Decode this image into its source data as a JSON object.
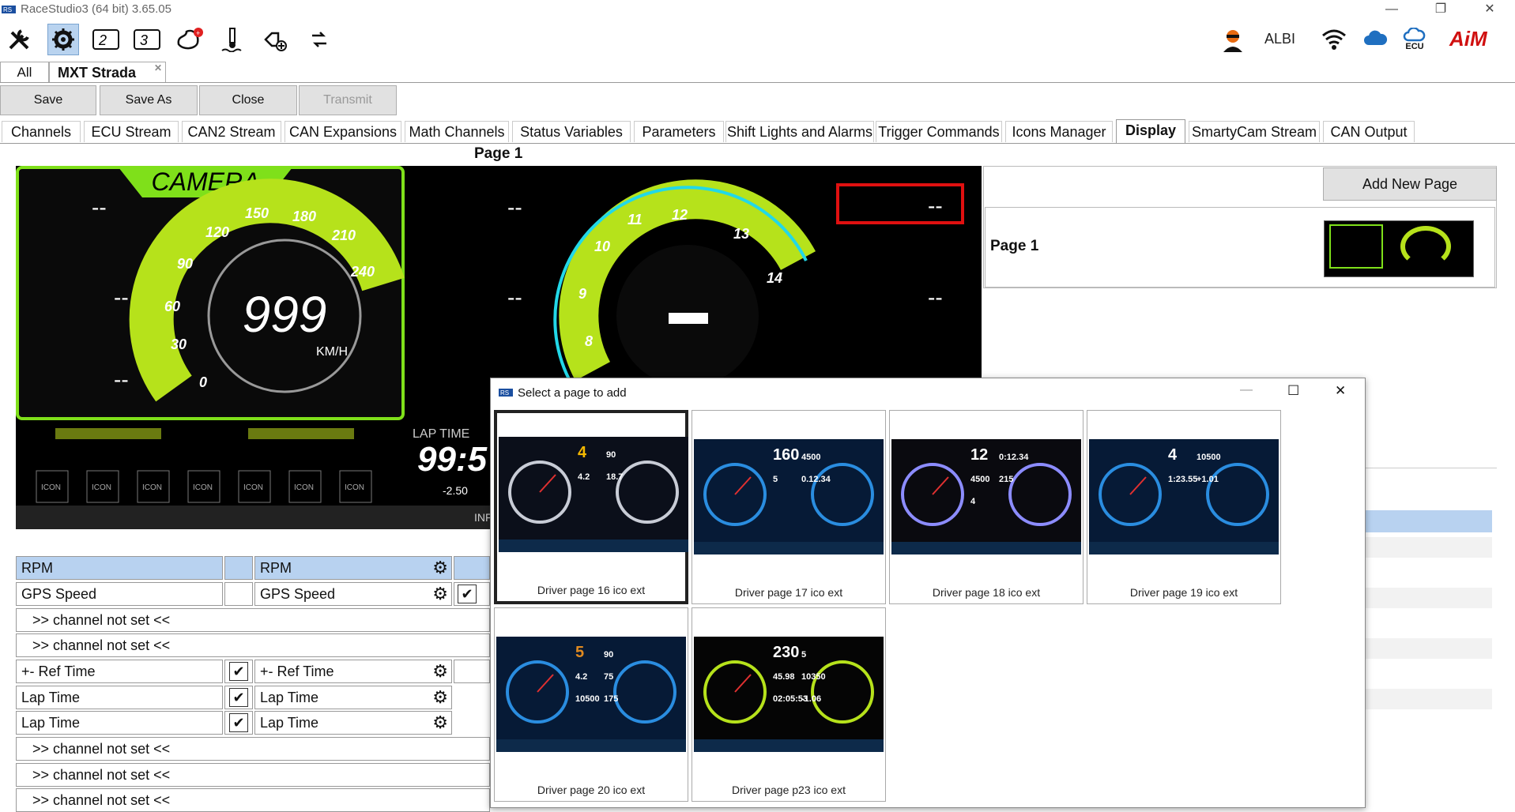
{
  "window": {
    "title": "RaceStudio3 (64 bit) 3.65.05",
    "minimize": "—",
    "restore": "❐",
    "close": "✕"
  },
  "toolbar": {
    "user_name": "ALBI",
    "ecu_label": "ECU",
    "brand": "AiM"
  },
  "doc_tabs": [
    {
      "label": "All"
    },
    {
      "label": "MXT Strada"
    }
  ],
  "actions": {
    "save": "Save",
    "save_as": "Save As",
    "close": "Close",
    "transmit": "Transmit"
  },
  "section_tabs": [
    "Channels",
    "ECU Stream",
    "CAN2 Stream",
    "CAN Expansions",
    "Math Channels",
    "Status Variables",
    "Parameters",
    "Shift Lights and Alarms",
    "Trigger Commands",
    "Icons Manager",
    "Display",
    "SmartyCam Stream",
    "CAN Output"
  ],
  "page_title": "Page 1",
  "dash": {
    "camera_label": "CAMERA",
    "speed_value": "999",
    "speed_unit": "KM/H",
    "speed_ticks": [
      "0",
      "30",
      "60",
      "90",
      "120",
      "150",
      "180",
      "210",
      "240"
    ],
    "rpm_ticks": [
      "8",
      "9",
      "10",
      "11",
      "12",
      "13",
      "14"
    ],
    "dash_placeholder": "--",
    "lap_time_label": "LAP TIME",
    "lap_time_value": "99:5",
    "delta": "-2.50",
    "info": "INF",
    "icon_label": "ICON"
  },
  "right": {
    "add_page": "Add New Page",
    "page_label": "Page 1"
  },
  "rows": [
    {
      "left": "RPM",
      "right": "RPM",
      "checkbox": false
    },
    {
      "left": "GPS Speed",
      "right": "GPS Speed",
      "checkbox": false
    },
    {
      "full": ">>  channel not set  <<"
    },
    {
      "full": ">>  channel not set  <<"
    },
    {
      "left": "+- Ref Time",
      "right": "+- Ref Time",
      "checkbox": true
    },
    {
      "left": "Lap Time",
      "right": "Lap Time",
      "checkbox": true
    },
    {
      "left": "Lap Time",
      "right": "Lap Time",
      "checkbox": true
    },
    {
      "full": ">>  channel not set  <<"
    },
    {
      "full": ">>  channel not set  <<"
    },
    {
      "full": ">>  channel not set  <<"
    }
  ],
  "dialog": {
    "title": "Select a page to add",
    "pages": [
      {
        "caption": "Driver page 16 ico ext",
        "values": [
          "4",
          "90",
          "4.2",
          "18.7"
        ]
      },
      {
        "caption": "Driver page 17 ico ext",
        "values": [
          "160",
          "4500",
          "5",
          "0.12.34"
        ]
      },
      {
        "caption": "Driver page 18 ico ext",
        "values": [
          "12",
          "0:12.34",
          "4500",
          "215",
          "4"
        ]
      },
      {
        "caption": "Driver page 19 ico ext",
        "values": [
          "4",
          "10500",
          "1:23.55",
          "+1.01"
        ]
      },
      {
        "caption": "Driver page 20 ico ext",
        "values": [
          "5",
          "90",
          "4.2",
          "75",
          "10500",
          "175"
        ]
      },
      {
        "caption": "Driver page p23 ico ext",
        "values": [
          "230",
          "5",
          "45.98",
          "10350",
          "02:05:53",
          "-1.06"
        ]
      }
    ]
  },
  "colors": {
    "accent": "#b6e21b",
    "cyan": "#22d8e8",
    "selected_tab": "#b8d2f0",
    "red_box": "#e01010"
  }
}
